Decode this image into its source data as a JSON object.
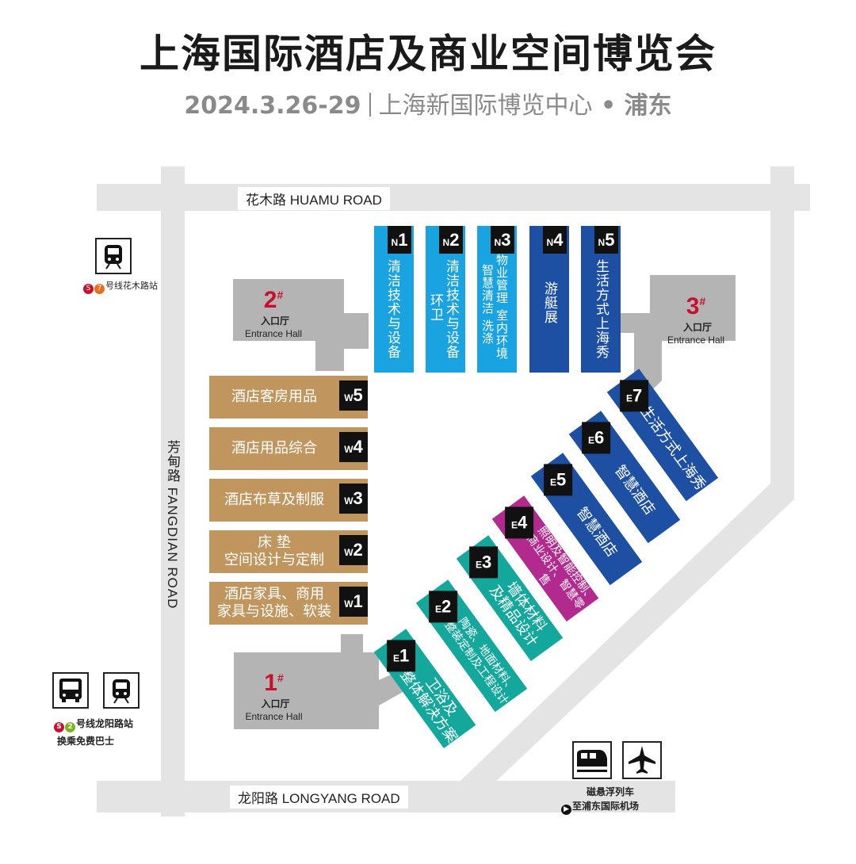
{
  "header": {
    "title": "上海国际酒店及商业空间博览会",
    "date": "2024.3.26-29",
    "venue": "上海新国际博览中心",
    "dot": "•",
    "district": "浦东"
  },
  "roads": {
    "north": "花木路  HUAMU ROAD",
    "south": "龙阳路  LONGYANG ROAD",
    "west": "芳甸路  FANGDIAN ROAD"
  },
  "halls_north": [
    {
      "code_letter": "N",
      "code_num": "1",
      "label": "清洁技术与设备",
      "color": "#1aa3e1"
    },
    {
      "code_letter": "N",
      "code_num": "2",
      "label": "清洁技术与设备",
      "label2": "环卫",
      "color": "#1aa3e1"
    },
    {
      "code_letter": "N",
      "code_num": "3",
      "label": "物业管理 室内环境",
      "label2": "智慧清洁 洗涤",
      "color": "#1aa3e1"
    },
    {
      "code_letter": "N",
      "code_num": "4",
      "label": "游艇展",
      "color": "#1d4fa3"
    },
    {
      "code_letter": "N",
      "code_num": "5",
      "label": "生活方式上海秀",
      "color": "#1d4fa3"
    }
  ],
  "halls_west": [
    {
      "code_letter": "W",
      "code_num": "5",
      "label": "酒店客房用品"
    },
    {
      "code_letter": "W",
      "code_num": "4",
      "label": "酒店用品综合"
    },
    {
      "code_letter": "W",
      "code_num": "3",
      "label": "酒店布草及制服"
    },
    {
      "code_letter": "W",
      "code_num": "2",
      "label": "床 垫",
      "label2": "空间设计与定制"
    },
    {
      "code_letter": "W",
      "code_num": "1",
      "label": "酒店家具、商用",
      "label2": "家具与设施、软装"
    }
  ],
  "halls_east": [
    {
      "code_letter": "E",
      "code_num": "1",
      "label": "卫浴及",
      "label2": "整体解决方案",
      "color": "#14a79c"
    },
    {
      "code_letter": "E",
      "code_num": "2",
      "label": "陶瓷、地面材料、",
      "label2": "整装定制及工程设计",
      "color": "#14a79c",
      "small": true
    },
    {
      "code_letter": "E",
      "code_num": "3",
      "label": "墙体材料",
      "label2": "及精品设计",
      "color": "#14a79c"
    },
    {
      "code_letter": "E",
      "code_num": "4",
      "label": "照明及智能控制、",
      "label2": "商业设计、智慧零售",
      "color": "#b32a8f",
      "small": true
    },
    {
      "code_letter": "E",
      "code_num": "5",
      "label": "智慧酒店",
      "color": "#1d4fa3"
    },
    {
      "code_letter": "E",
      "code_num": "6",
      "label": "智慧酒店",
      "color": "#1d4fa3"
    },
    {
      "code_letter": "E",
      "code_num": "7",
      "label": "生活方式上海秀",
      "color": "#1d4fa3"
    }
  ],
  "entrances": [
    {
      "num": "1",
      "mark": "#",
      "cn": "入口厅",
      "en": "Entrance Hall"
    },
    {
      "num": "2",
      "mark": "#",
      "cn": "入口厅",
      "en": "Entrance Hall"
    },
    {
      "num": "3",
      "mark": "#",
      "cn": "入口厅",
      "en": "Entrance Hall"
    }
  ],
  "transit": {
    "huamu_station": "号线花木路站",
    "huamu_line": "7",
    "longyang_station": "号线龙阳路站",
    "longyang_line": "2",
    "shuttle": "换乘免费巴士",
    "maglev": "磁悬浮列车",
    "airport": "至浦东国际机场"
  },
  "colors": {
    "road": "#e4e4e4",
    "hall_grey": "#b4b4b4",
    "w_hall": "#c0965e",
    "entrance_red": "#c8102e"
  }
}
